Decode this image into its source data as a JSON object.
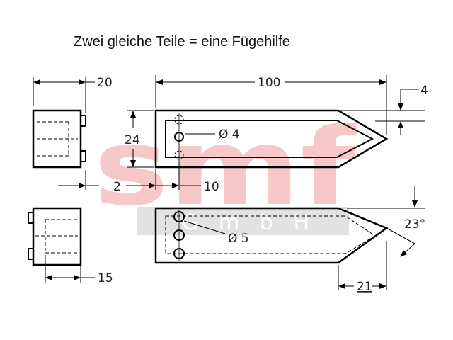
{
  "title": "Zwei gleiche Teile = eine Fügehilfe",
  "watermark": {
    "logo": "smf",
    "sub": "G m b H",
    "logo_color": "#f6c8c8",
    "band_color": "#e2e2e2"
  },
  "dimensions": {
    "top_left_width": "20",
    "top_length": "100",
    "top_offset": "4",
    "top_height": "24",
    "top_hole": "Ø 4",
    "gap": "2",
    "hole_offset": "10",
    "bottom_hole": "Ø 5",
    "angle": "23°",
    "tip_length": "21",
    "bottom_left_width": "15"
  }
}
